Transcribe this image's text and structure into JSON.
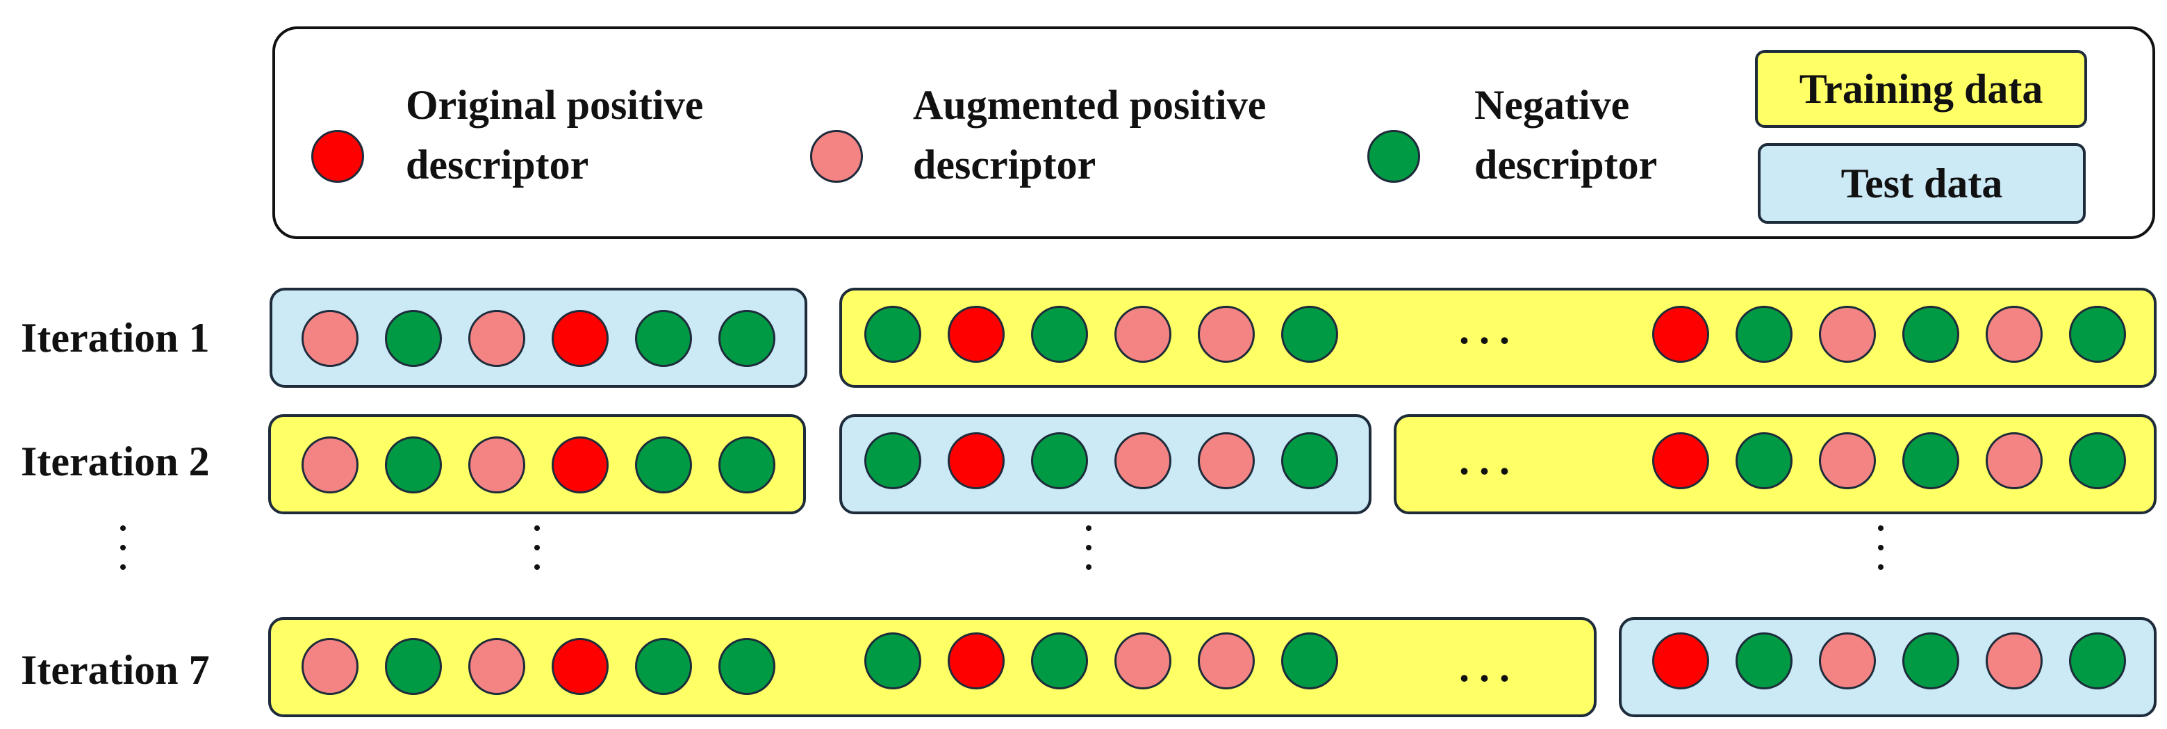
{
  "legend": {
    "original_positive": "Original positive\ndescriptor",
    "augmented_positive": "Augmented positive\ndescriptor",
    "negative": "Negative\ndescriptor",
    "training_data": "Training data",
    "test_data": "Test data"
  },
  "colors": {
    "original_positive": "#ff0000",
    "augmented_positive": "#f48484",
    "negative": "#009a44",
    "training_data": "#ffff66",
    "test_data": "#cce9f6"
  },
  "iterations": [
    {
      "label": "Iteration 1"
    },
    {
      "label": "Iteration 2"
    },
    {
      "label": "Iteration 7"
    }
  ],
  "ellipsis": "..."
}
